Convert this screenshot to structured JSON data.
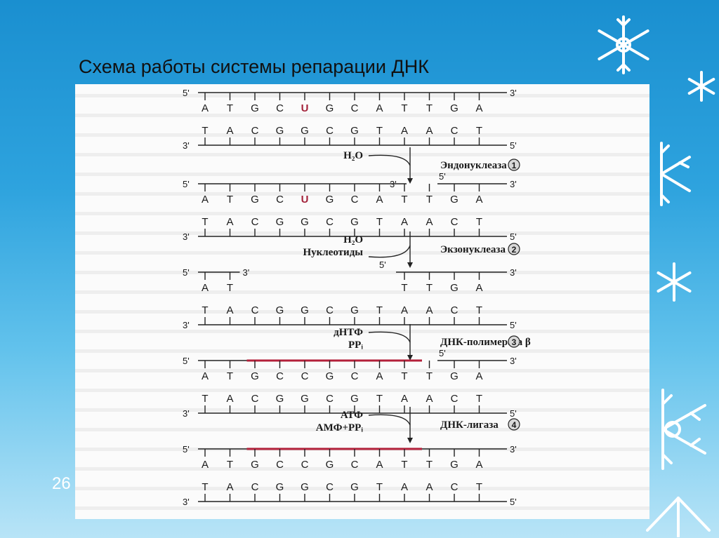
{
  "slide": {
    "title": "Схема работы системы репарации ДНК",
    "page_number": "26"
  },
  "diagram": {
    "prime_labels": {
      "five": "5'",
      "three": "3'"
    },
    "top_strand": [
      "A",
      "T",
      "G",
      "C",
      "U",
      "G",
      "C",
      "A",
      "T",
      "T",
      "G",
      "A"
    ],
    "bottom_strand": [
      "T",
      "A",
      "C",
      "G",
      "G",
      "C",
      "G",
      "T",
      "A",
      "A",
      "C",
      "T"
    ],
    "repaired_top_strand": [
      "A",
      "T",
      "G",
      "C",
      "C",
      "G",
      "C",
      "A",
      "T",
      "T",
      "G",
      "A"
    ],
    "damaged_base": "U",
    "damaged_base_color": "#a3223a",
    "new_strand_color": "#b3203a",
    "steps": [
      {
        "number": "1",
        "enzyme": "Эндонуклеаза",
        "reagents": [
          "H₂O"
        ]
      },
      {
        "number": "2",
        "enzyme": "Экзонуклеаза",
        "reagents": [
          "H₂O",
          "Нуклеотиды"
        ]
      },
      {
        "number": "3",
        "enzyme": "ДНК-полимераза β",
        "reagents": [
          "дНТФ",
          "PPᵢ"
        ]
      },
      {
        "number": "4",
        "enzyme": "ДНК-лигаза",
        "reagents": [
          "АТФ",
          "АМФ+PPᵢ"
        ]
      }
    ]
  }
}
